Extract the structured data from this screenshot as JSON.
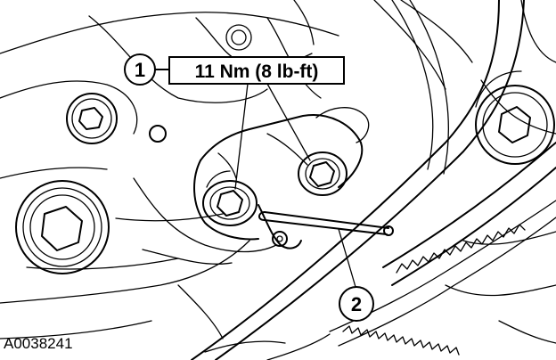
{
  "figure": {
    "id": "A0038241"
  },
  "callouts": [
    {
      "number": "1",
      "text": "11 Nm (8 lb-ft)"
    },
    {
      "number": "2",
      "text": ""
    }
  ],
  "colors": {
    "ink": "#000000",
    "background": "#ffffff"
  }
}
